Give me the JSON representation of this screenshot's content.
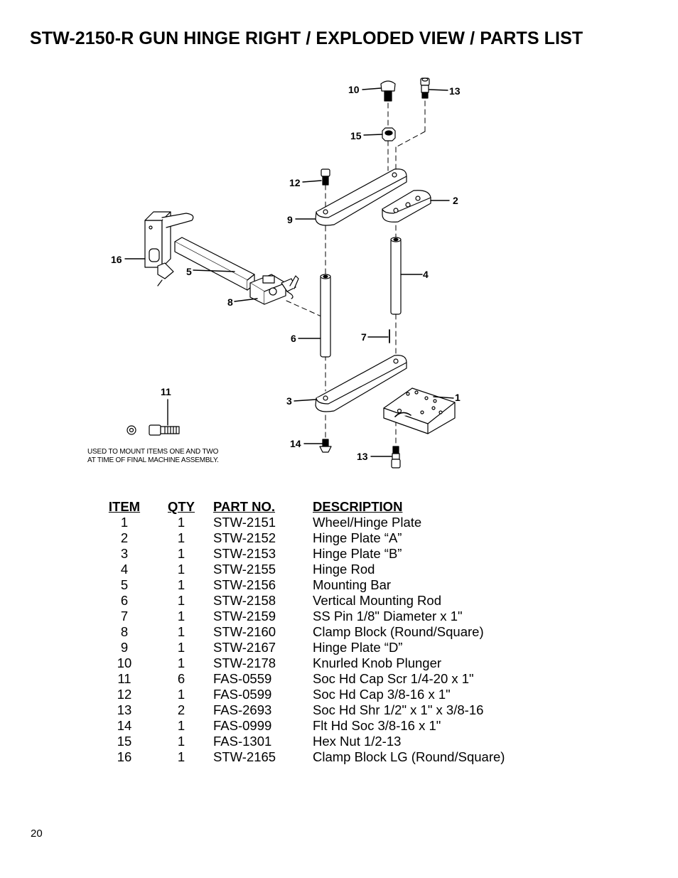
{
  "title": "STW-2150-R GUN HINGE RIGHT / EXPLODED VIEW / PARTS LIST",
  "diagram": {
    "callouts": [
      "10",
      "13",
      "15",
      "12",
      "2",
      "9",
      "16",
      "5",
      "4",
      "8",
      "6",
      "7",
      "3",
      "1",
      "11",
      "14",
      "13"
    ],
    "note_lines": [
      "USED TO MOUNT ITEMS ONE AND TWO",
      "AT TIME OF FINAL MACHINE ASSEMBLY."
    ]
  },
  "parts_list": {
    "headers": {
      "item": "ITEM",
      "qty": "QTY",
      "part_no": "PART NO.",
      "description": "DESCRIPTION"
    },
    "rows": [
      {
        "item": "1",
        "qty": "1",
        "part_no": "STW-2151",
        "description": "Wheel/Hinge Plate"
      },
      {
        "item": "2",
        "qty": "1",
        "part_no": "STW-2152",
        "description": "Hinge Plate “A”"
      },
      {
        "item": "3",
        "qty": "1",
        "part_no": "STW-2153",
        "description": "Hinge Plate “B”"
      },
      {
        "item": "4",
        "qty": "1",
        "part_no": "STW-2155",
        "description": "Hinge Rod"
      },
      {
        "item": "5",
        "qty": "1",
        "part_no": "STW-2156",
        "description": "Mounting Bar"
      },
      {
        "item": "6",
        "qty": "1",
        "part_no": "STW-2158",
        "description": "Vertical Mounting Rod"
      },
      {
        "item": "7",
        "qty": "1",
        "part_no": "STW-2159",
        "description": "SS Pin 1/8\" Diameter x 1\""
      },
      {
        "item": "8",
        "qty": "1",
        "part_no": "STW-2160",
        "description": "Clamp Block (Round/Square)"
      },
      {
        "item": "9",
        "qty": "1",
        "part_no": "STW-2167",
        "description": "Hinge Plate “D”"
      },
      {
        "item": "10",
        "qty": "1",
        "part_no": "STW-2178",
        "description": "Knurled Knob Plunger"
      },
      {
        "item": "11",
        "qty": "6",
        "part_no": "FAS-0559",
        "description": "Soc Hd Cap Scr 1/4-20 x 1\""
      },
      {
        "item": "12",
        "qty": "1",
        "part_no": "FAS-0599",
        "description": "Soc Hd Cap 3/8-16 x 1\""
      },
      {
        "item": "13",
        "qty": "2",
        "part_no": "FAS-2693",
        "description": "Soc Hd Shr 1/2\" x 1\" x 3/8-16"
      },
      {
        "item": "14",
        "qty": "1",
        "part_no": "FAS-0999",
        "description": "Flt Hd Soc 3/8-16 x 1\""
      },
      {
        "item": "15",
        "qty": "1",
        "part_no": "FAS-1301",
        "description": "Hex Nut 1/2-13"
      },
      {
        "item": "16",
        "qty": "1",
        "part_no": "STW-2165",
        "description": "Clamp Block LG (Round/Square)"
      }
    ]
  },
  "page_number": "20"
}
